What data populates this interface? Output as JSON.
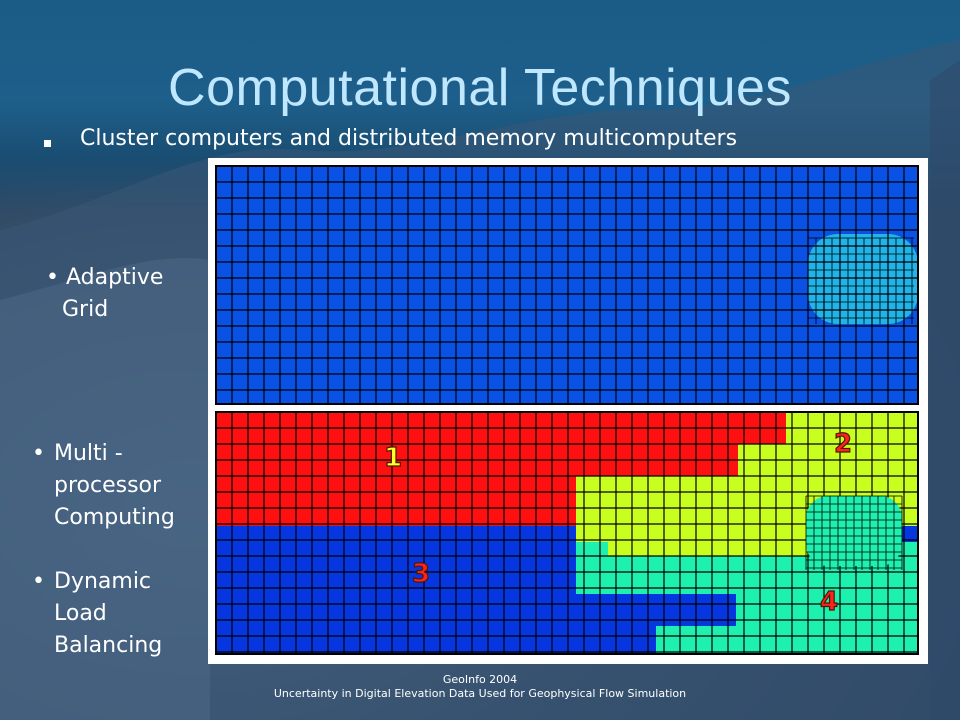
{
  "slide": {
    "title": "Computational Techniques",
    "subtitle": "Cluster computers and distributed memory multicomputers",
    "bullets": [
      {
        "dot": "•",
        "lines": [
          "Adaptive",
          "Grid"
        ]
      },
      {
        "dot": "•",
        "lines": [
          "Multi -",
          "processor",
          "Computing"
        ]
      },
      {
        "dot": "•",
        "lines": [
          "Dynamic",
          "Load",
          "Balancing"
        ]
      }
    ],
    "footer_line1": "GeoInfo 2004",
    "footer_line2": "Uncertainty in Digital Elevation Data Used for Geophysical Flow Simulation"
  },
  "figure": {
    "partition_labels": [
      "1",
      "2",
      "3",
      "4"
    ],
    "colors": {
      "top_grid": "#0a52e6",
      "refined_top": "#1fb5ea",
      "processor_1": "#ff1010",
      "processor_2": "#c8ff1e",
      "processor_3": "#0636e0",
      "processor_4": "#1ef0b0",
      "label_yellow": "#ffff2a",
      "label_red": "#ff2020"
    }
  }
}
